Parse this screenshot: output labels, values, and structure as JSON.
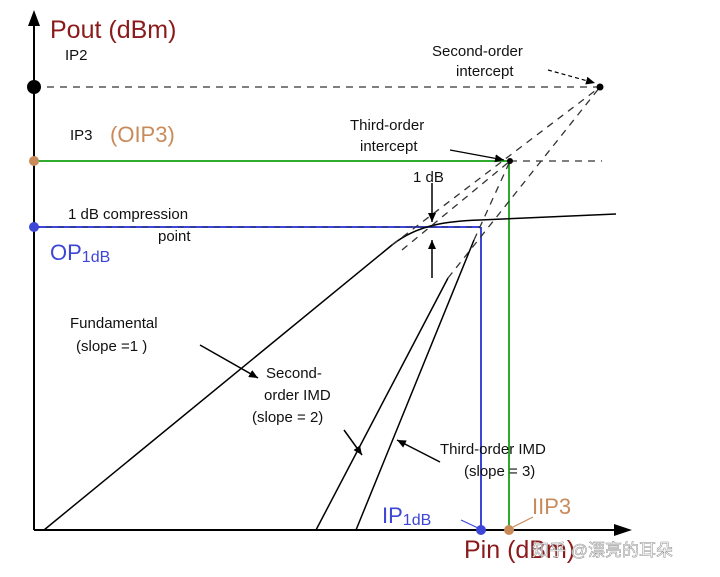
{
  "axes": {
    "y_title": "Pout (dBm)",
    "x_title": "Pin (dBm)"
  },
  "labels": {
    "ip2": "IP2",
    "ip3": "IP3",
    "oip3": "(OIP3)",
    "op1db": "OP",
    "op1db_sub": "1dB",
    "ip1db": "IP",
    "ip1db_sub": "1dB",
    "iip3": "IIP3",
    "second_order_intercept_1": "Second-order",
    "second_order_intercept_2": "intercept",
    "third_order_intercept_1": "Third-order",
    "third_order_intercept_2": "intercept",
    "one_db": "1 dB",
    "compression_1": "1 dB compression",
    "compression_2": "point",
    "fundamental_1": "Fundamental",
    "fundamental_2": "(slope =1 )",
    "second_imd_1": "Second-",
    "second_imd_2": "order IMD",
    "second_imd_3": "(slope = 2)",
    "third_imd_1": "Third-order IMD",
    "third_imd_2": "(slope = 3)",
    "watermark": "知乎 @漂亮的耳朵"
  },
  "colors": {
    "ip2_marker": "#000000",
    "oip3_line": "#2eaa2e",
    "oip3_text": "#c98a5a",
    "op1db_line": "#3d46d6",
    "axis_title": "#8b1a1a",
    "curves": "#000000"
  }
}
